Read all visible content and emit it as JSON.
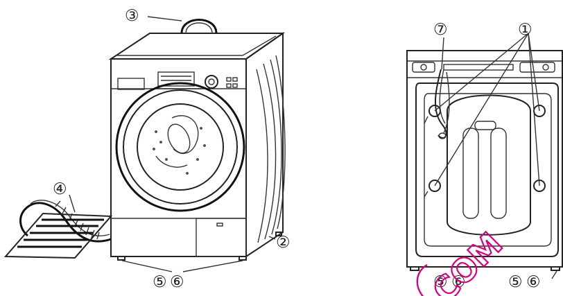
{
  "callouts": {
    "c1": "①",
    "c2": "②",
    "c3": "③",
    "c4": "④",
    "c5_front": "⑤",
    "c6_front": "⑥",
    "c5_back_left": "⑤",
    "c6_back_left": "⑥",
    "c5_back_right": "⑤",
    "c6_back_right": "⑥",
    "c7": "⑦"
  },
  "watermark": {
    "text": "COM",
    "color": "#d6007f",
    "partial": true
  },
  "colors": {
    "line": "#222222",
    "background": "#ffffff"
  }
}
